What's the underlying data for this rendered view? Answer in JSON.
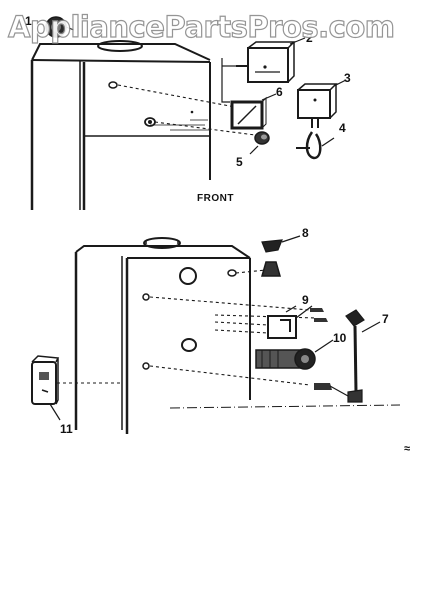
{
  "watermark": "AppliancePartsPros.com",
  "front_label": "FRONT",
  "part_numbers": [
    "1",
    "2",
    "3",
    "4",
    "5",
    "6",
    "7",
    "8",
    "9",
    "10",
    "11"
  ],
  "corner_mark": "≈"
}
